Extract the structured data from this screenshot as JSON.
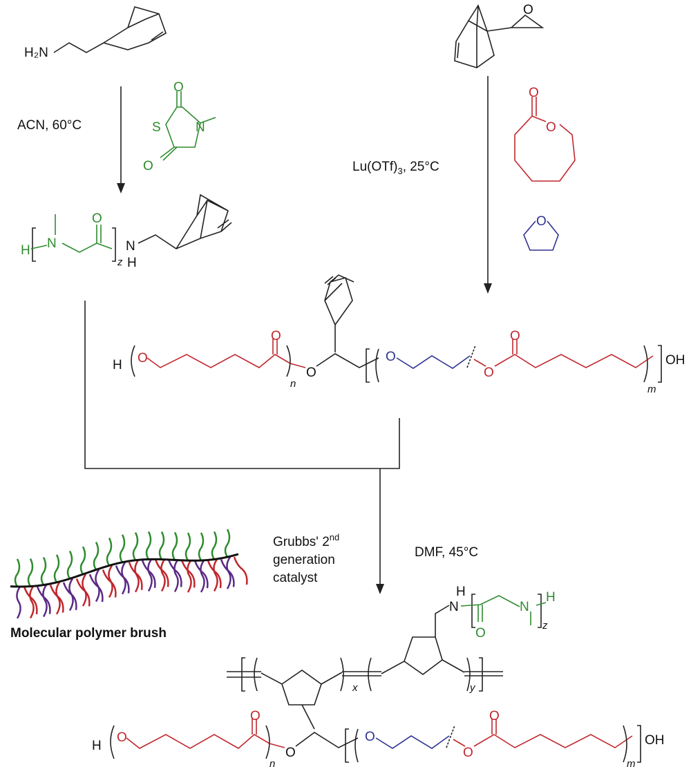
{
  "reactant_amine": {
    "label": "H₂N"
  },
  "step1": {
    "conditions": "ACN, 60°C"
  },
  "thiazolidinedione": {
    "atoms": [
      "O",
      "S",
      "N",
      "O"
    ]
  },
  "product_peptoid": {
    "h": "H",
    "n": "N",
    "o": "O",
    "z": "z",
    "nh_n": "N",
    "nh_h": "H"
  },
  "reactant_epoxide": {
    "atom": "O"
  },
  "step2": {
    "conditions_main": "Lu(OTf)",
    "conditions_sub": "3",
    "conditions_temp": ", 25°C"
  },
  "caprolactone": {
    "atoms": [
      "O",
      "O"
    ]
  },
  "thf": {
    "atom": "O"
  },
  "macromonomer": {
    "h": "H",
    "o1": "O",
    "o_carbonyl1": "O",
    "n": "n",
    "o_link": "O",
    "o_blue": "O",
    "o_red": "O",
    "o_carbonyl2": "O",
    "m": "m",
    "oh": "OH"
  },
  "step3": {
    "catalyst_line1": "Grubbs' 2",
    "catalyst_sup": "nd",
    "catalyst_line2": "generation",
    "catalyst_line3": "catalyst",
    "conditions": "DMF,  45°C"
  },
  "brush": {
    "label": "Molecular polymer brush"
  },
  "final_polymer": {
    "x": "x",
    "y": "y",
    "nh_n": "N",
    "nh_h": "H",
    "o_pep": "O",
    "n_pep": "N",
    "h_pep": "H",
    "z": "z",
    "h": "H",
    "o1": "O",
    "o_carbonyl1": "O",
    "n": "n",
    "o_link": "O",
    "o_blue": "O",
    "o_red": "O",
    "o_carbonyl2": "O",
    "m": "m",
    "oh": "OH"
  },
  "colors": {
    "pcl": "#c0272d",
    "pthf": "#2e3192",
    "peptoid": "#2e8b2e",
    "backbone": "#111111",
    "purple": "#5b2a86"
  }
}
